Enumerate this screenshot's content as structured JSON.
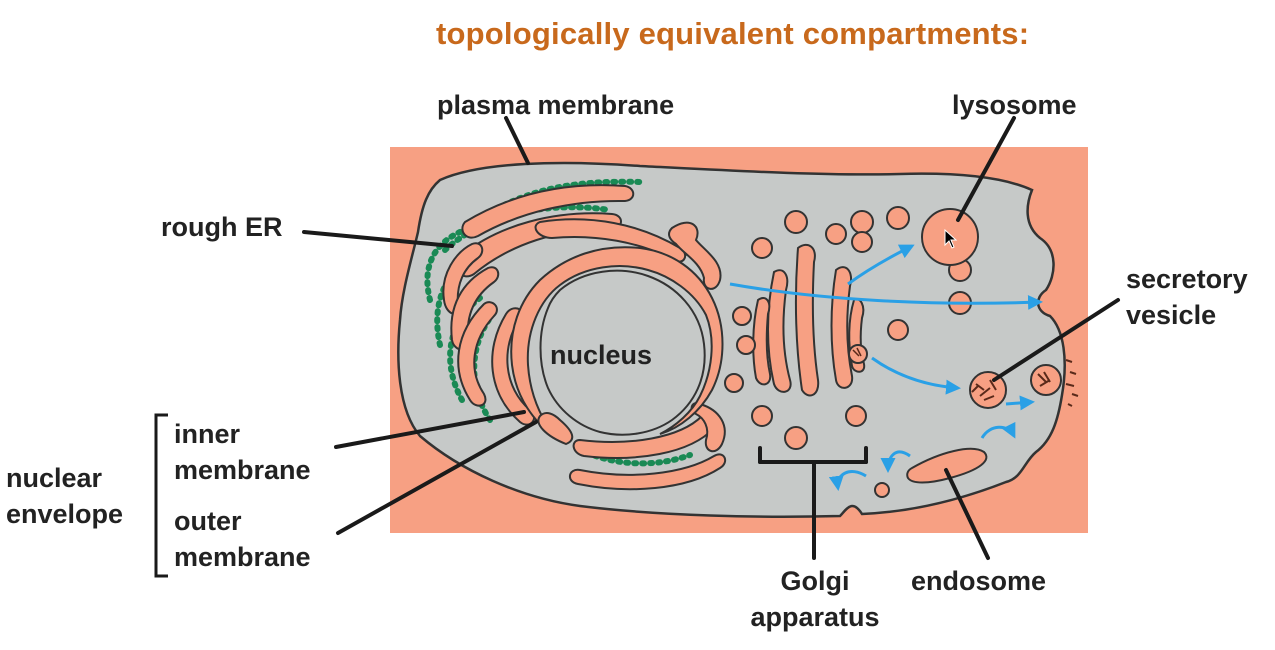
{
  "title": "topologically equivalent compartments:",
  "labels": {
    "plasma_membrane": "plasma membrane",
    "lysosome": "lysosome",
    "rough_er": "rough ER",
    "secretory_vesicle_1": "secretory",
    "secretory_vesicle_2": "vesicle",
    "nucleus": "nucleus",
    "inner_membrane_1": "inner",
    "inner_membrane_2": "membrane",
    "nuclear_envelope_1": "nuclear",
    "nuclear_envelope_2": "envelope",
    "outer_membrane_1": "outer",
    "outer_membrane_2": "membrane",
    "golgi_1": "Golgi",
    "golgi_2": "apparatus",
    "endosome": "endosome"
  },
  "colors": {
    "title": "#c8691c",
    "lumen": "#f7a083",
    "cytosol": "#c6c9c8",
    "ribosome": "#1a8a55",
    "arrow": "#2aa0e6",
    "outline": "#333333"
  },
  "icons": {
    "cursor": "mouse-pointer-icon"
  }
}
